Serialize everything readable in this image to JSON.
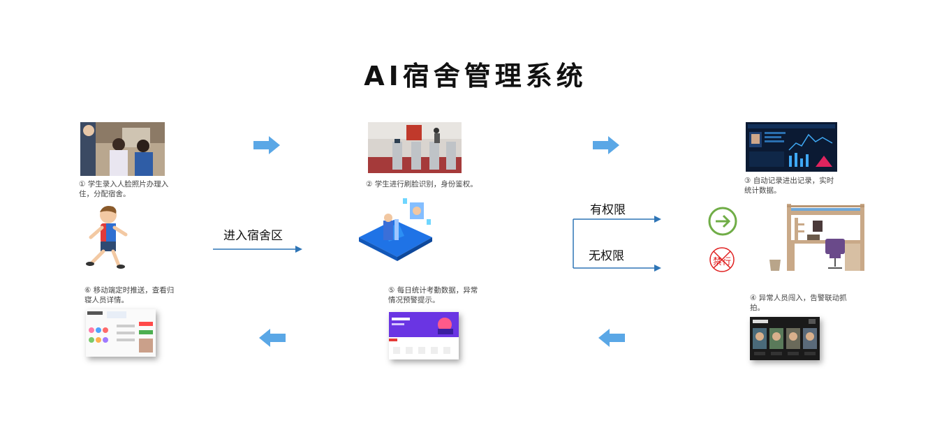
{
  "title": "AI宿舍管理系统",
  "steps": {
    "s1": "① 学生录入人脸照片办理入住，分配宿舍。",
    "s2": "② 学生进行刷脸识别，身份鉴权。",
    "s3": "③ 自动记录进出记录，实时统计数据。",
    "s4": "④ 异常人员闯入，告警联动抓拍。",
    "s5": "⑤ 每日统计考勤数据，异常情况预警提示。",
    "s6": "⑥ 移动端定时推送，查看归寝人员详情。"
  },
  "labels": {
    "enter": "进入宿舍区",
    "has_perm": "有权限",
    "no_perm": "无权限",
    "forbidden": "禁行"
  },
  "colors": {
    "arrow": "#5aa7e6",
    "line": "#2e75b6",
    "ok": "#70ad47",
    "deny": "#e02020"
  }
}
